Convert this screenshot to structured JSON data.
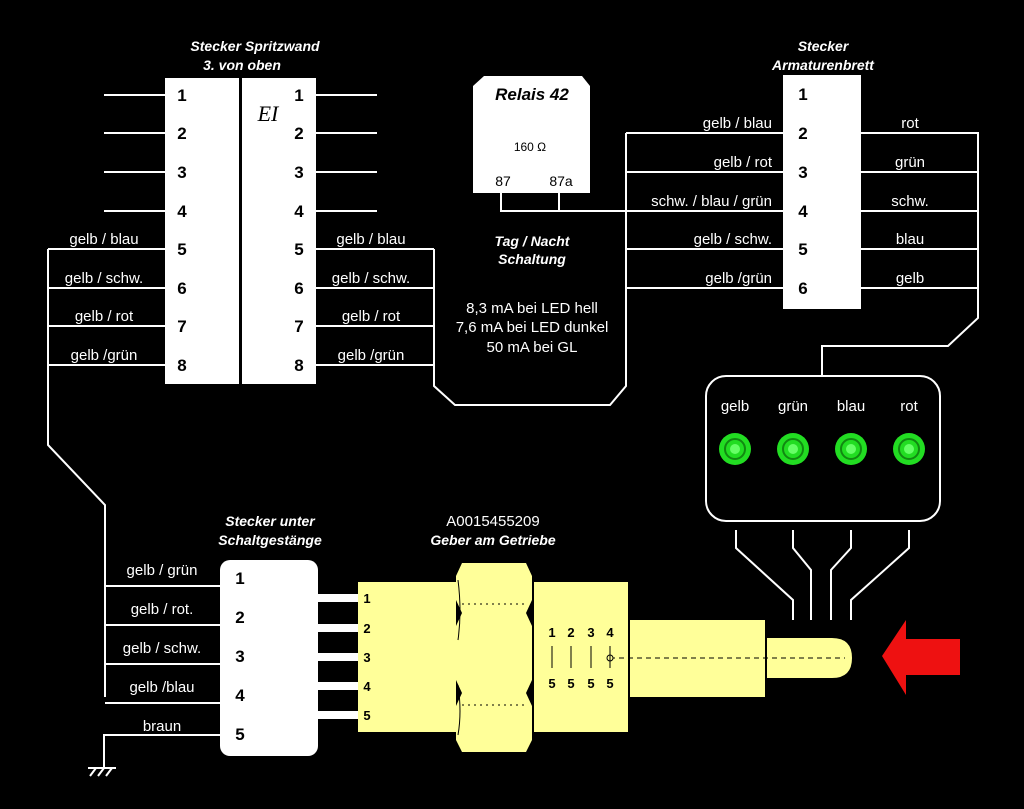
{
  "spritzwand": {
    "title1": "Stecker Spritzwand",
    "title2": "3. von oben",
    "ei_label": "EI",
    "pins": [
      "1",
      "2",
      "3",
      "4",
      "5",
      "6",
      "7",
      "8"
    ],
    "left_wires": [
      "",
      "",
      "",
      "",
      "gelb / blau",
      "gelb / schw.",
      "gelb / rot",
      "gelb /grün"
    ],
    "right_wires": [
      "",
      "",
      "",
      "",
      "gelb / blau",
      "gelb / schw.",
      "gelb / rot",
      "gelb /grün"
    ]
  },
  "relais": {
    "title": "Relais 42",
    "resistance": "160 Ω",
    "pin_87": "87",
    "pin_87a": "87a"
  },
  "tag_nacht": {
    "line1": "Tag / Nacht",
    "line2": "Schaltung"
  },
  "currents": [
    "8,3 mA bei LED hell",
    "7,6 mA bei LED dunkel",
    "50 mA bei GL"
  ],
  "armaturenbrett": {
    "title1": "Stecker",
    "title2": "Armaturenbrett",
    "pins": [
      "1",
      "2",
      "3",
      "4",
      "5",
      "6"
    ],
    "left_wires": [
      "",
      "gelb / blau",
      "gelb / rot",
      "schw. / blau / grün",
      "gelb / schw.",
      "gelb /grün"
    ],
    "right_wires": [
      "",
      "rot",
      "grün",
      "schw.",
      "blau",
      "gelb"
    ]
  },
  "leds": {
    "labels": [
      "gelb",
      "grün",
      "blau",
      "rot"
    ],
    "color": "#22dd22"
  },
  "schaltgestaenge": {
    "title1": "Stecker unter",
    "title2": "Schaltgestänge",
    "pins": [
      "1",
      "2",
      "3",
      "4",
      "5"
    ],
    "wires": [
      "gelb / grün",
      "gelb / rot.",
      "gelb / schw.",
      "gelb /blau",
      "braun"
    ]
  },
  "geber": {
    "part_number": "A0015455209",
    "title": "Geber am Getriebe",
    "pins": [
      "1",
      "2",
      "3",
      "4",
      "5"
    ],
    "contacts_top": [
      "1",
      "2",
      "3",
      "4"
    ],
    "contacts_bottom": [
      "5",
      "5",
      "5",
      "5"
    ]
  },
  "colors": {
    "background": "#000000",
    "connector": "#ffffff",
    "sensor_body": "#ffff99",
    "arrow": "#ee1111"
  }
}
